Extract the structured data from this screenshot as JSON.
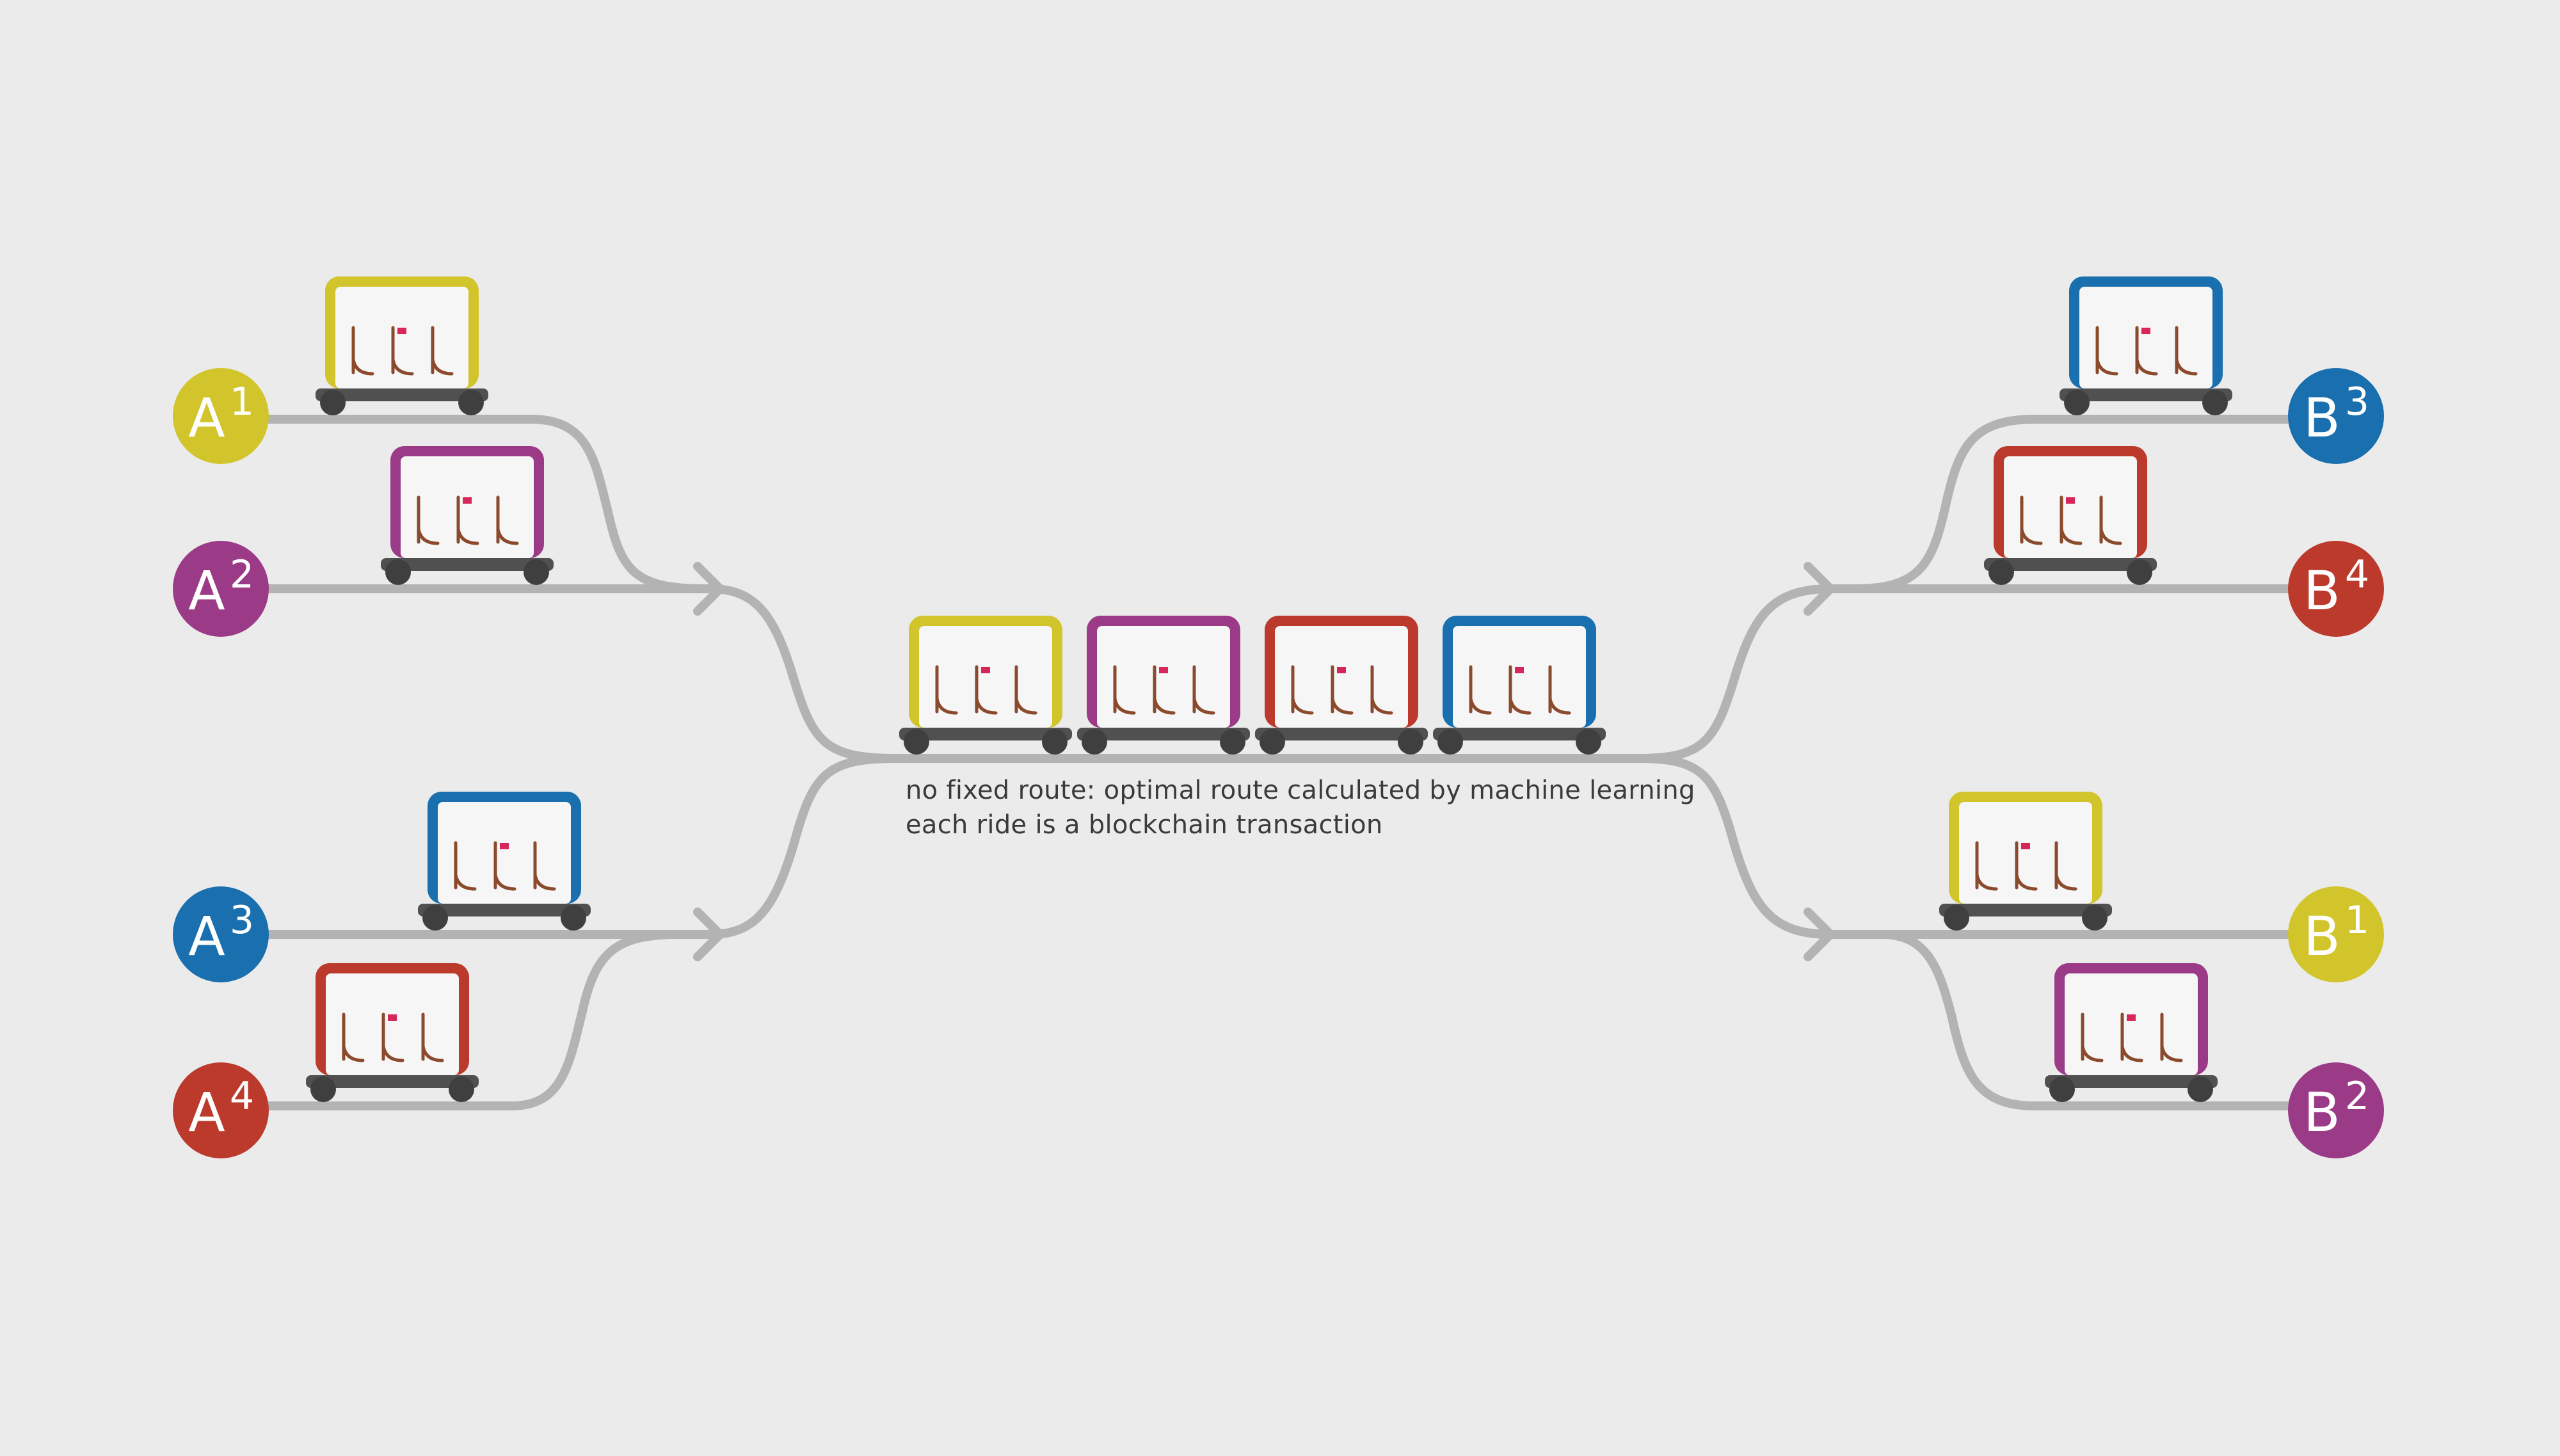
{
  "colors": {
    "background": "#ebebec",
    "track": "#b3b3b3",
    "yellow": "#d2c42b",
    "purple": "#9b3a86",
    "red": "#bb3a2b",
    "blue": "#1a6fae",
    "chassis": "#505050",
    "wheel": "#3f3f3f",
    "seat": "#8b4a2c",
    "indicator": "#d7265a"
  },
  "origins": [
    {
      "letter": "A",
      "number": "1",
      "color": "yellow"
    },
    {
      "letter": "A",
      "number": "2",
      "color": "purple"
    },
    {
      "letter": "A",
      "number": "3",
      "color": "blue"
    },
    {
      "letter": "A",
      "number": "4",
      "color": "red"
    }
  ],
  "destinations": [
    {
      "letter": "B",
      "number": "3",
      "color": "blue"
    },
    {
      "letter": "B",
      "number": "4",
      "color": "red"
    },
    {
      "letter": "B",
      "number": "1",
      "color": "yellow"
    },
    {
      "letter": "B",
      "number": "2",
      "color": "purple"
    }
  ],
  "convoy_colors": [
    "yellow",
    "purple",
    "red",
    "blue"
  ],
  "caption": {
    "line1": "no fixed route: optimal route calculated by machine learning",
    "line2": "each ride is a blockchain transaction"
  }
}
